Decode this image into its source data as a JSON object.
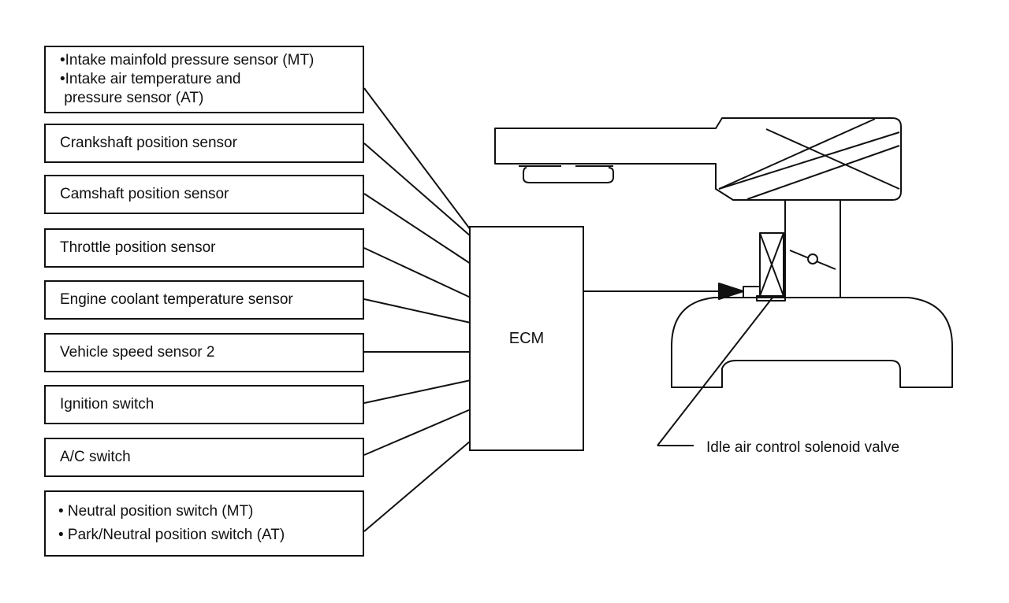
{
  "inputs": [
    {
      "lines": [
        "•Intake mainfold pressure sensor (MT)",
        "•Intake air temperature and",
        " pressure sensor (AT)"
      ]
    },
    {
      "lines": [
        "Crankshaft position sensor"
      ]
    },
    {
      "lines": [
        "Camshaft position sensor"
      ]
    },
    {
      "lines": [
        "Throttle position sensor"
      ]
    },
    {
      "lines": [
        "Engine coolant temperature sensor"
      ]
    },
    {
      "lines": [
        "Vehicle speed sensor 2"
      ]
    },
    {
      "lines": [
        "Ignition switch"
      ]
    },
    {
      "lines": [
        "A/C switch"
      ]
    },
    {
      "lines": [
        "• Neutral position switch (MT)",
        "• Park/Neutral position switch (AT)"
      ]
    }
  ],
  "ecm_label": "ECM",
  "valve_label": "Idle air control solenoid valve",
  "colors": {
    "line": "#111111",
    "background": "#ffffff"
  }
}
